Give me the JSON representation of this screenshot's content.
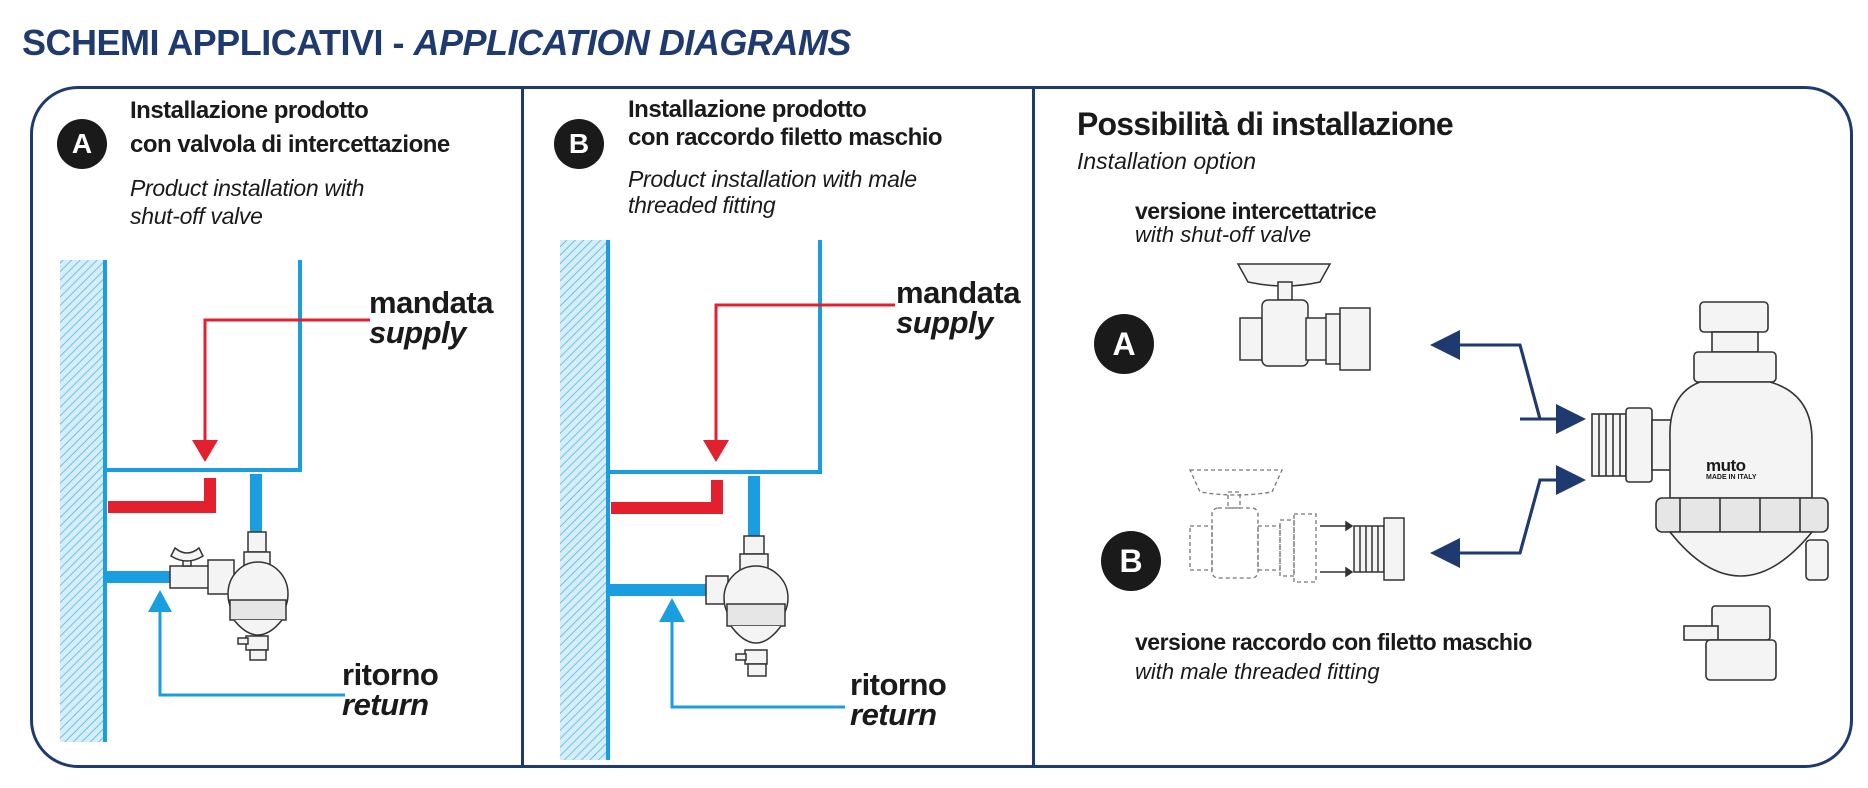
{
  "title": {
    "main": "SCHEMI APPLICATIVI - ",
    "italic": "APPLICATION DIAGRAMS"
  },
  "panel_a": {
    "badge": "A",
    "heading": [
      "Installazione prodotto",
      "con valvola di intercettazione"
    ],
    "subheading": [
      "Product installation with",
      "shut-off valve"
    ],
    "supply": {
      "it": "mandata",
      "en": "supply"
    },
    "return": {
      "it": "ritorno",
      "en": "return"
    }
  },
  "panel_b": {
    "badge": "B",
    "heading": [
      "Installazione prodotto",
      "con raccordo filetto maschio"
    ],
    "subheading": [
      "Product installation with male",
      "threaded fitting"
    ],
    "supply": {
      "it": "mandata",
      "en": "supply"
    },
    "return": {
      "it": "ritorno",
      "en": "return"
    }
  },
  "panel_c": {
    "heading": "Possibilità di installazione",
    "subheading": "Installation option",
    "version_a": {
      "badge": "A",
      "it": "versione intercettatrice",
      "en": "with shut-off valve"
    },
    "version_b": {
      "badge": "B",
      "it": "versione raccordo con filetto maschio",
      "en": "with male threaded fitting"
    },
    "brand": "muto",
    "brand_note": "MADE IN ITALY"
  },
  "colors": {
    "frame": "#1f3a6e",
    "supply_pipe": "#e3202e",
    "return_pipe": "#1a9ee0",
    "badge": "#1a1a1a"
  }
}
